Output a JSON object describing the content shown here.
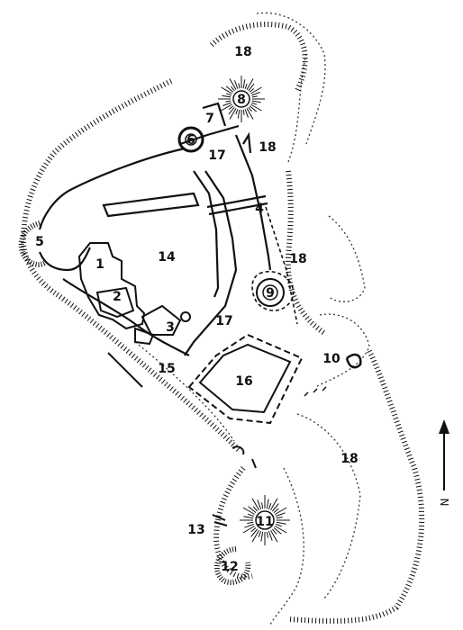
{
  "plan": {
    "labels": [
      {
        "id": "1",
        "text": "1"
      },
      {
        "id": "2",
        "text": "2"
      },
      {
        "id": "3",
        "text": "3"
      },
      {
        "id": "4",
        "text": "4"
      },
      {
        "id": "5",
        "text": "5"
      },
      {
        "id": "6",
        "text": "6"
      },
      {
        "id": "7",
        "text": "7"
      },
      {
        "id": "8",
        "text": "8"
      },
      {
        "id": "9",
        "text": "9"
      },
      {
        "id": "10",
        "text": "10"
      },
      {
        "id": "11",
        "text": "11"
      },
      {
        "id": "12",
        "text": "12"
      },
      {
        "id": "13",
        "text": "13"
      },
      {
        "id": "14",
        "text": "14"
      },
      {
        "id": "15",
        "text": "15"
      },
      {
        "id": "16",
        "text": "16"
      },
      {
        "id": "17a",
        "text": "17"
      },
      {
        "id": "17b",
        "text": "17"
      },
      {
        "id": "18a",
        "text": "18"
      },
      {
        "id": "18b",
        "text": "18"
      },
      {
        "id": "18c",
        "text": "18"
      },
      {
        "id": "18d",
        "text": "18"
      }
    ],
    "north_letter": "N",
    "colors": {
      "ink": "#111111",
      "paper": "#ffffff"
    }
  }
}
